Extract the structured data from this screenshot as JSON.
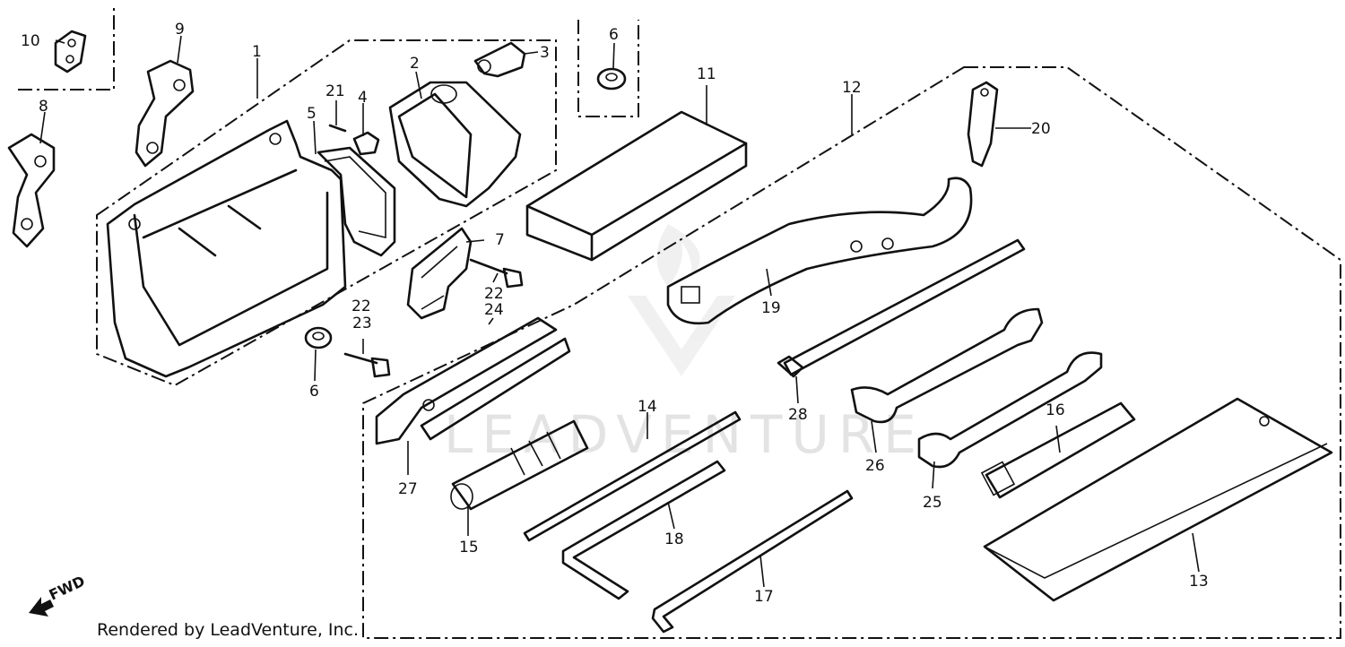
{
  "watermark": "LEADVENTURE",
  "credit": "Rendered by LeadVenture, Inc.",
  "fwd_label": "FWD",
  "callouts": {
    "c1": "1",
    "c2": "2",
    "c3": "3",
    "c4": "4",
    "c5": "5",
    "c6a": "6",
    "c6b": "6",
    "c7": "7",
    "c8": "8",
    "c9": "9",
    "c10": "10",
    "c11": "11",
    "c12": "12",
    "c13": "13",
    "c14": "14",
    "c15": "15",
    "c16": "16",
    "c17": "17",
    "c18": "18",
    "c19": "19",
    "c20": "20",
    "c21": "21",
    "c22a": "22",
    "c22b": "22",
    "c23": "23",
    "c24": "24",
    "c25": "25",
    "c26": "26",
    "c27": "27",
    "c28": "28"
  }
}
